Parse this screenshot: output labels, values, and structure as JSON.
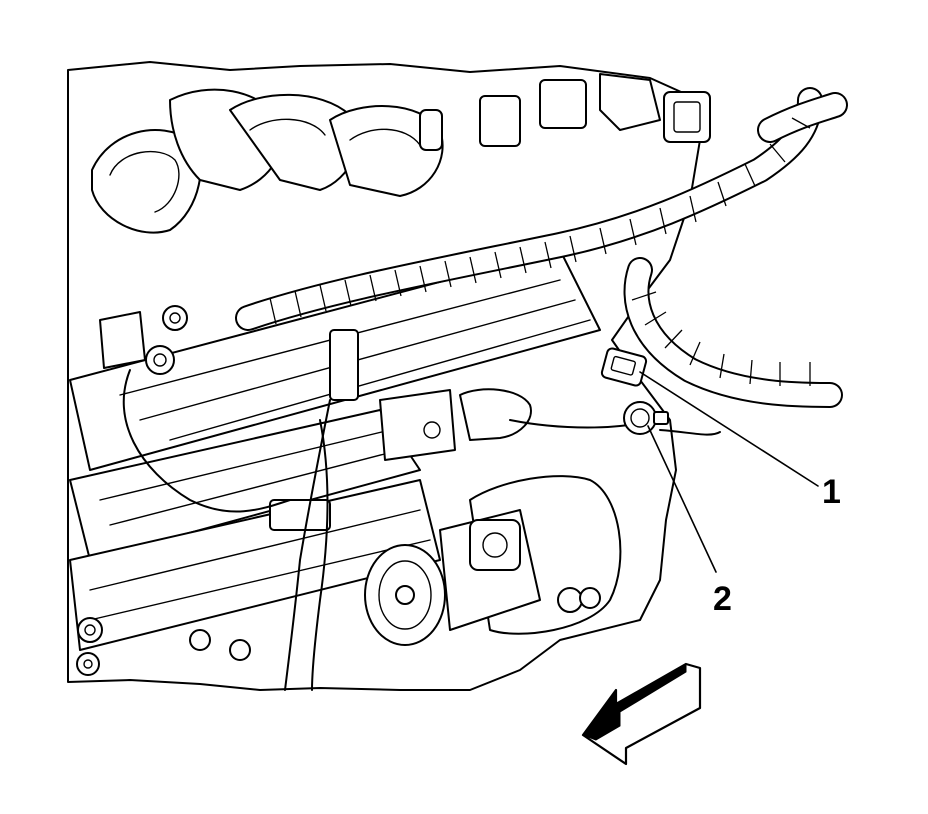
{
  "diagram": {
    "callouts": [
      {
        "id": "1",
        "label": "1"
      },
      {
        "id": "2",
        "label": "2"
      }
    ],
    "direction_arrow": {
      "icon": "front-direction-arrow-icon"
    },
    "colors": {
      "line": "#000000",
      "background": "#ffffff"
    }
  }
}
